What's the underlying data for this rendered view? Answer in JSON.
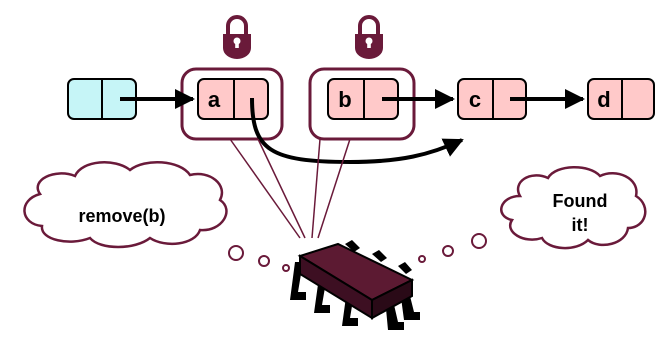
{
  "nodes": [
    {
      "id": "head",
      "label": ""
    },
    {
      "id": "a",
      "label": "a"
    },
    {
      "id": "b",
      "label": "b"
    },
    {
      "id": "c",
      "label": "c"
    },
    {
      "id": "d",
      "label": "d"
    }
  ],
  "thought_left": "remove(b)",
  "thought_right_line1": "Found",
  "thought_right_line2": "it!",
  "locks": [
    {
      "on": "a",
      "icon": "padlock-icon"
    },
    {
      "on": "b",
      "icon": "padlock-icon"
    }
  ],
  "colors": {
    "head_fill": "#c6f5f7",
    "node_fill": "#ffc9c9",
    "outline": "#6a1a3a",
    "chip": "#5c1a32",
    "chip_pins": "#000000",
    "arrow": "#000000"
  }
}
